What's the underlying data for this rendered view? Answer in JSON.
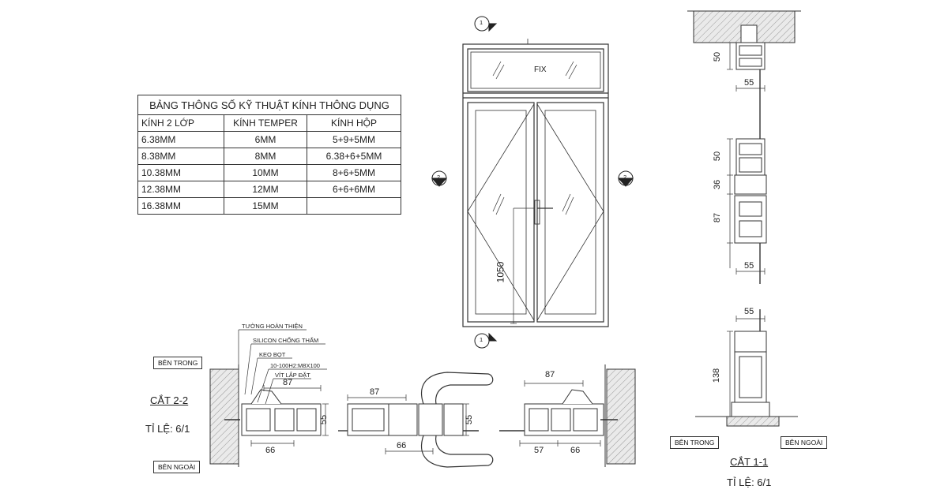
{
  "spec_table": {
    "title": "BẢNG THÔNG SỐ KỸ THUẬT KÍNH  THÔNG DỤNG",
    "headers": [
      "KÍNH 2 LỚP",
      "KÍNH TEMPER",
      "KÍNH HỘP"
    ],
    "rows": [
      [
        "6.38MM",
        "6MM",
        "5+9+5MM"
      ],
      [
        "8.38MM",
        "8MM",
        "6.38+6+5MM"
      ],
      [
        "10.38MM",
        "10MM",
        "8+6+5MM"
      ],
      [
        "12.38MM",
        "12MM",
        "6+6+6MM"
      ],
      [
        "16.38MM",
        "15MM",
        ""
      ]
    ]
  },
  "elevation": {
    "fix_label": "FIX",
    "height_dim": "1050",
    "section_markers": [
      "1",
      "2",
      "2",
      "1"
    ]
  },
  "section_2_2": {
    "title": "CẮT 2-2",
    "scale": "TỈ LỆ: 6/1",
    "inside_label": "BÊN TRONG",
    "outside_label": "BÊN NGOÀI",
    "callouts": [
      "TƯỜNG HOÀN THIỆN",
      "SILICON CHỐNG THẤM",
      "KEO BỌT",
      "10-100H2:M8X100",
      "VÍT LẮP ĐẶT"
    ],
    "dims": [
      "87",
      "55",
      "66",
      "87",
      "55",
      "66",
      "87",
      "57",
      "66"
    ]
  },
  "section_1_1": {
    "title": "CẮT 1-1",
    "scale": "TỈ LỆ: 6/1",
    "inside_label": "BÊN TRONG",
    "outside_label": "BÊN NGOÀI",
    "dims": [
      "50",
      "55",
      "50",
      "36",
      "87",
      "55",
      "55",
      "138"
    ]
  }
}
